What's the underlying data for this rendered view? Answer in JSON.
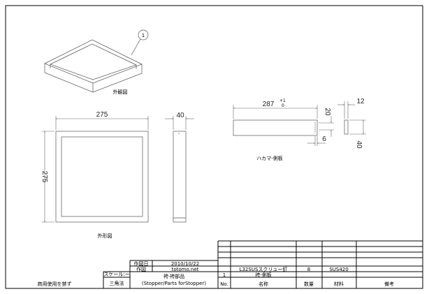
{
  "views": {
    "iso_label": "外観図",
    "callout": "1",
    "outline_label": "外形図",
    "part_label": "ハカマ-側板"
  },
  "dimensions": {
    "front_width": "275",
    "front_height": "275",
    "side_depth": "40",
    "part_length": "287",
    "part_length_tol_upper": "+1",
    "part_length_tol_lower": "0",
    "part_height": "20",
    "part_notch": "6",
    "end_thickness": "12",
    "end_height": "40"
  },
  "title_block": {
    "notice": "商用使用を禁ず",
    "scale_label": "スケール:ー",
    "projection": "三角法",
    "date_label": "作図日",
    "date_value": "2010/10/22",
    "author_label": "作図",
    "author_value": "totomo.net",
    "title": "袴·袴部品",
    "subtitle": "(Stopper/Parts forStopper)",
    "headers": {
      "no": "No.",
      "name": "名称",
      "qty": "数量",
      "material": "材料",
      "remarks": "備考"
    },
    "parts": [
      {
        "no": "",
        "name": "L32SUSスクリュー釘",
        "qty": "8",
        "material": "SUS420",
        "remarks": ""
      },
      {
        "no": "1",
        "name": "袴-側板",
        "qty": "",
        "material": "",
        "remarks": ""
      }
    ]
  }
}
